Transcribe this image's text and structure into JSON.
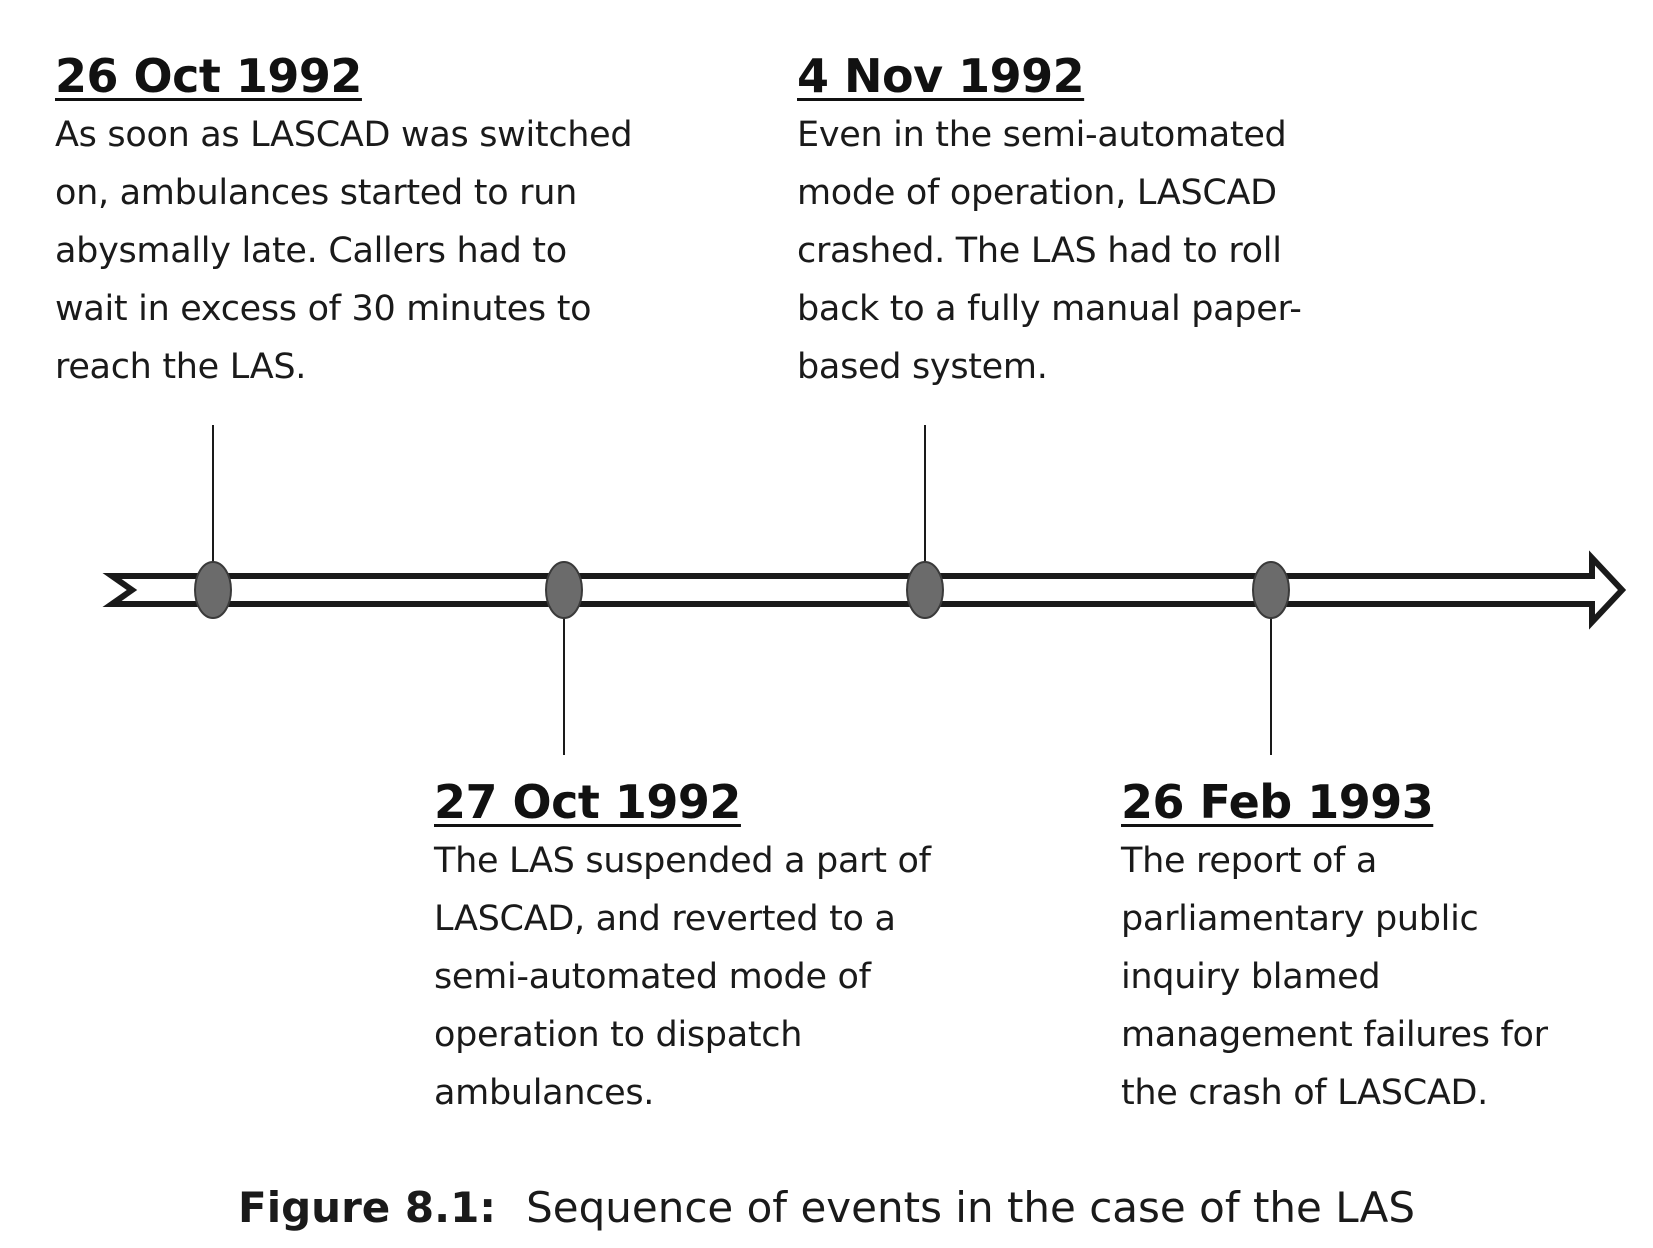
{
  "events": [
    {
      "date": "26 Oct 1992",
      "lines": [
        "As soon as LASCAD was switched",
        "on, ambulances started to run",
        "abysmally late. Callers had to",
        "wait in excess of 30 minutes to",
        "reach the LAS."
      ]
    },
    {
      "date": "4 Nov 1992",
      "lines": [
        "Even in the semi-automated",
        "mode of operation, LASCAD",
        "crashed. The LAS had to roll",
        "back to a fully manual paper-",
        "based system."
      ]
    },
    {
      "date": "27 Oct 1992",
      "lines": [
        "The LAS suspended a part of",
        "LASCAD, and reverted to a",
        "semi-automated mode of",
        "operation to dispatch",
        "ambulances."
      ]
    },
    {
      "date": "26 Feb 1993",
      "lines": [
        "The report of a",
        "parliamentary public",
        "inquiry blamed",
        "management failures for",
        "the crash of LASCAD."
      ]
    }
  ],
  "caption": {
    "label": "Figure 8.1:",
    "text": "Sequence of events in the case of the LAS"
  },
  "colors": {
    "marker_fill": "#6b6b6b",
    "line": "#1a1a1a"
  }
}
